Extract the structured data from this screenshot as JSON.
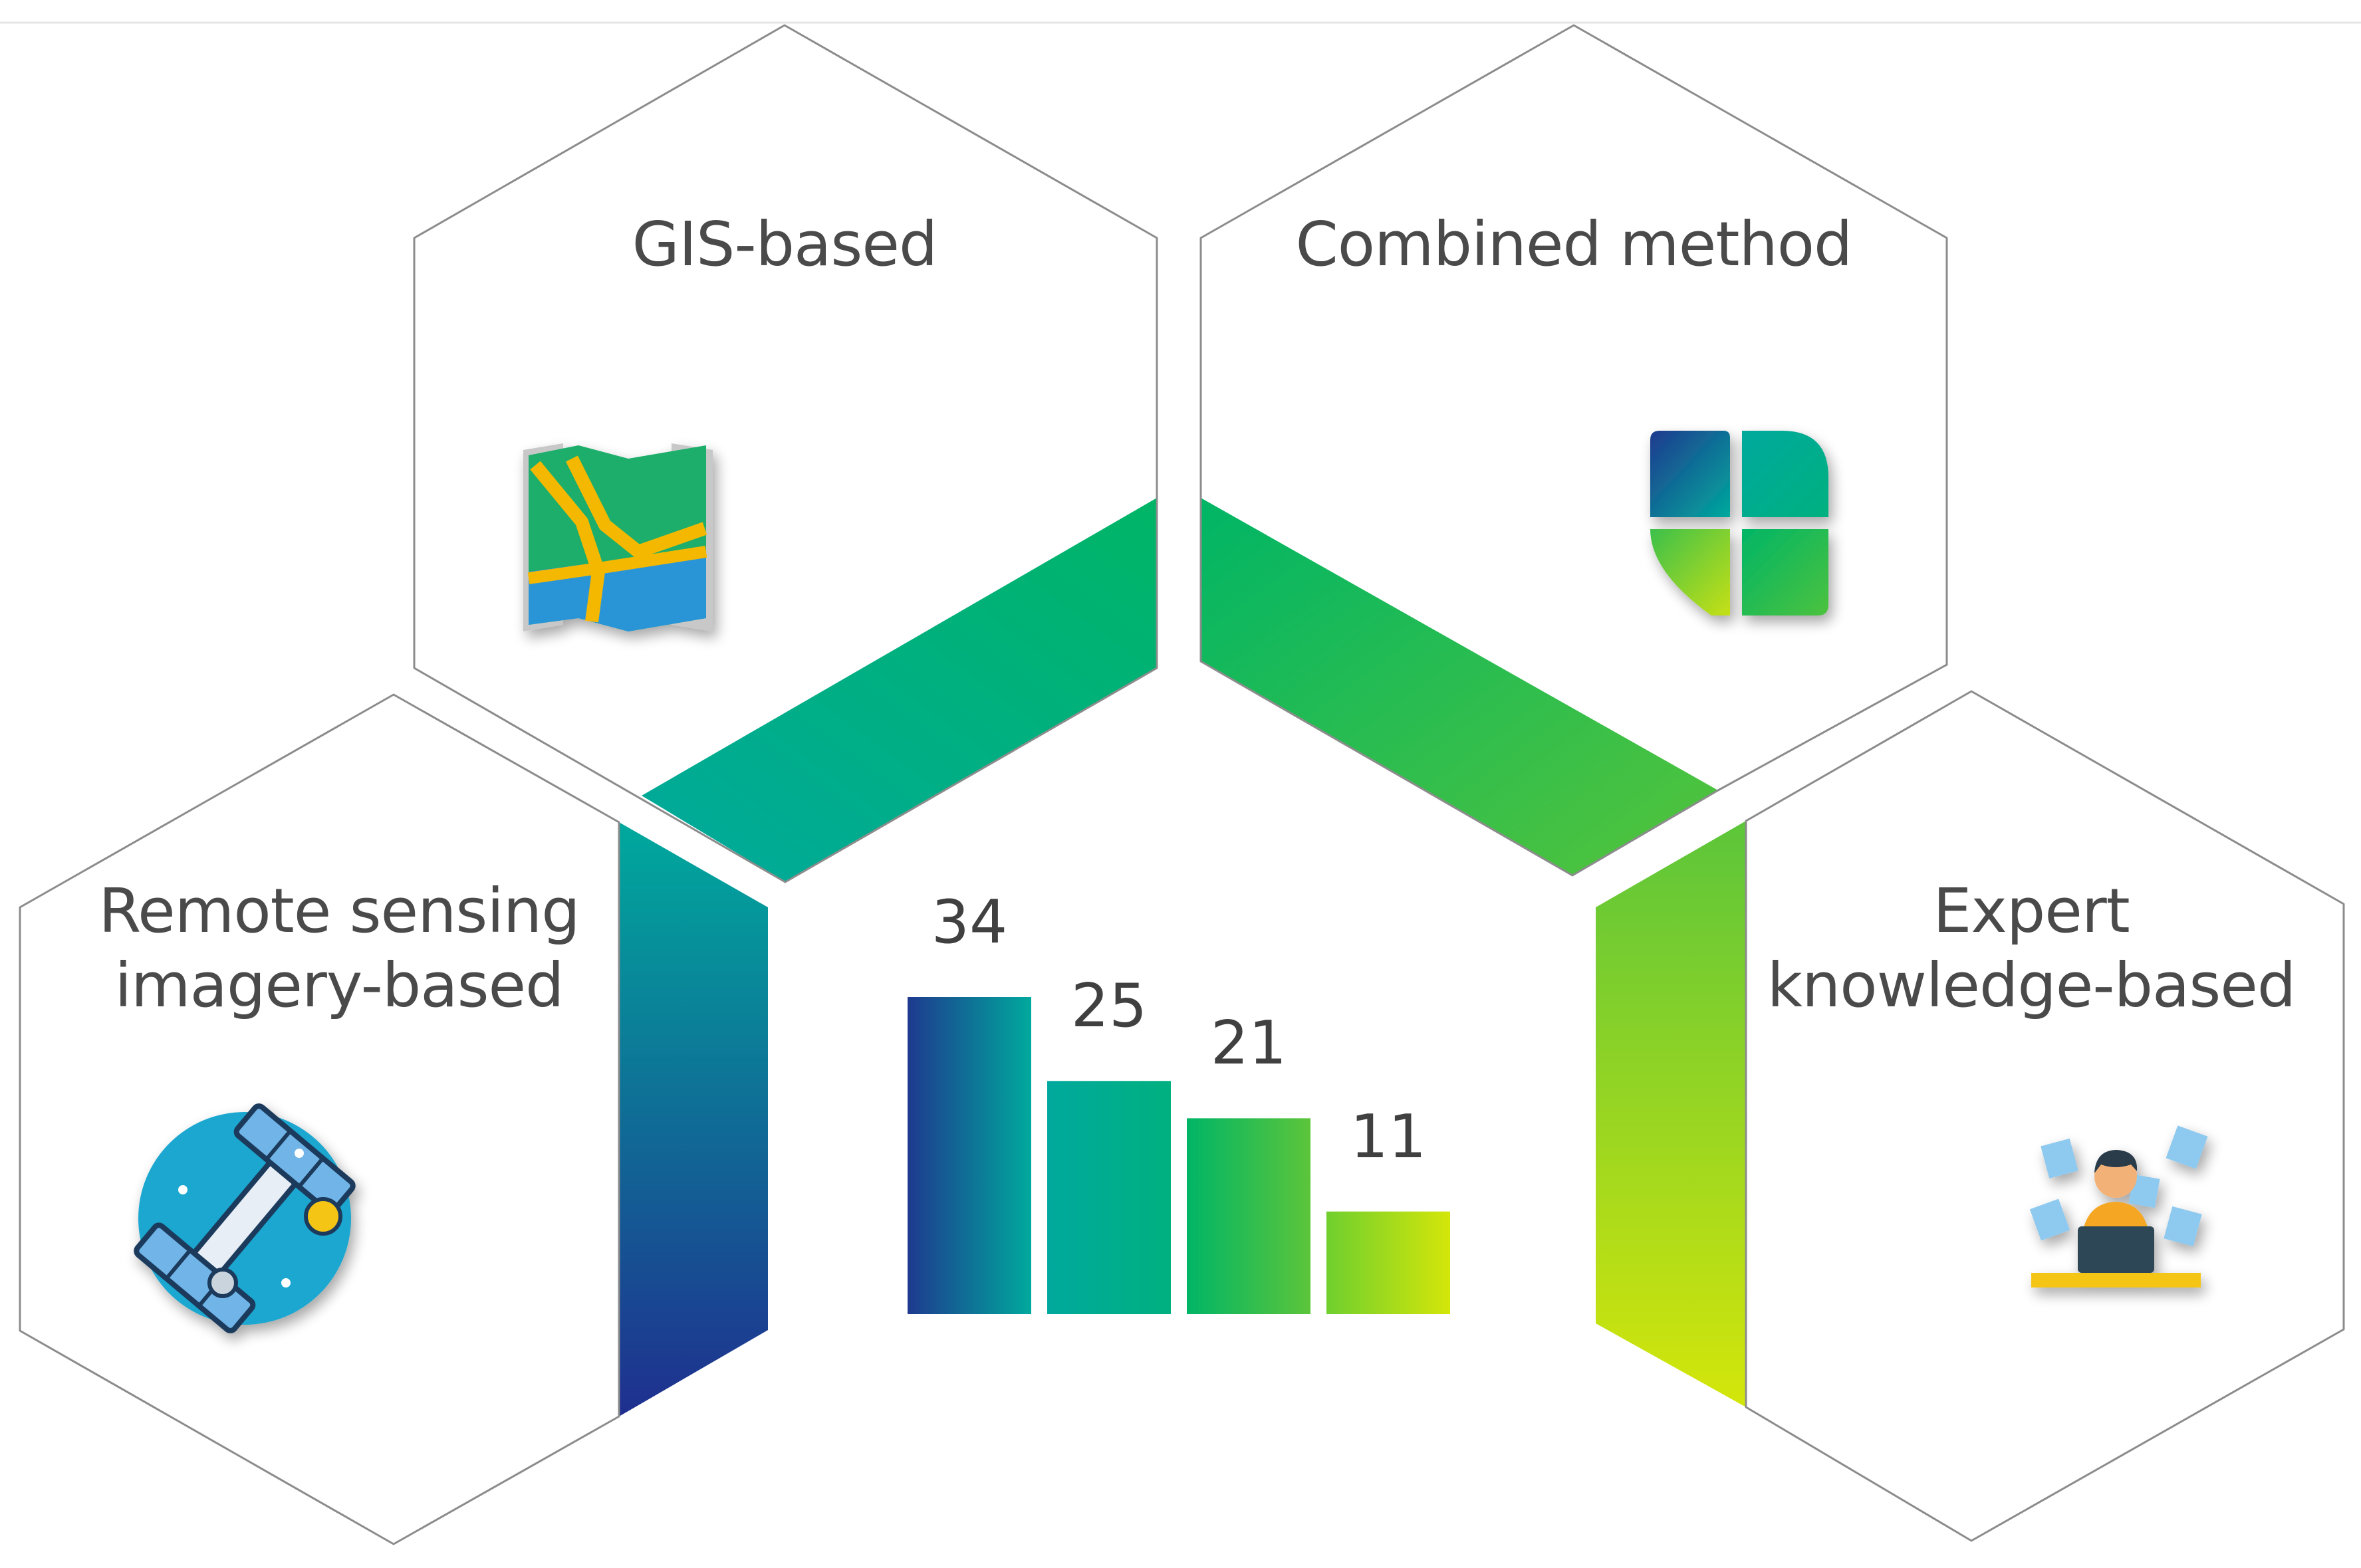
{
  "diagram": {
    "categories": [
      {
        "id": "gis",
        "label": "GIS-based",
        "icon": "map-icon"
      },
      {
        "id": "combined",
        "label": "Combined method",
        "icon": "quadrant-tiles-icon"
      },
      {
        "id": "remote",
        "label_line1": "Remote sensing",
        "label_line2": "imagery-based",
        "icon": "satellite-icon"
      },
      {
        "id": "expert",
        "label_line1": "Expert",
        "label_line2": "knowledge-based",
        "icon": "person-at-laptop-icon"
      }
    ]
  },
  "chart_data": {
    "type": "bar",
    "categories": [
      "Remote sensing imagery-based",
      "GIS-based",
      "Combined method",
      "Expert knowledge-based"
    ],
    "values": [
      34,
      25,
      21,
      11
    ],
    "value_labels": [
      "34",
      "25",
      "21",
      "11"
    ],
    "ylim": [
      0,
      34
    ],
    "colors": [
      [
        "#1e3a8f",
        "#00a99d"
      ],
      [
        "#00a99d",
        "#00b07f"
      ],
      [
        "#00b566",
        "#5cc53a"
      ],
      [
        "#6fcf2e",
        "#d4e60a"
      ]
    ],
    "grid": false
  },
  "colors": {
    "band_blue": "#1e3a8f",
    "band_teal": "#00a99d",
    "band_green": "#00bb55",
    "band_yellow": "#d4e60a",
    "hex_outline": "#8c8c8c",
    "label_text": "#4a4a4a"
  }
}
